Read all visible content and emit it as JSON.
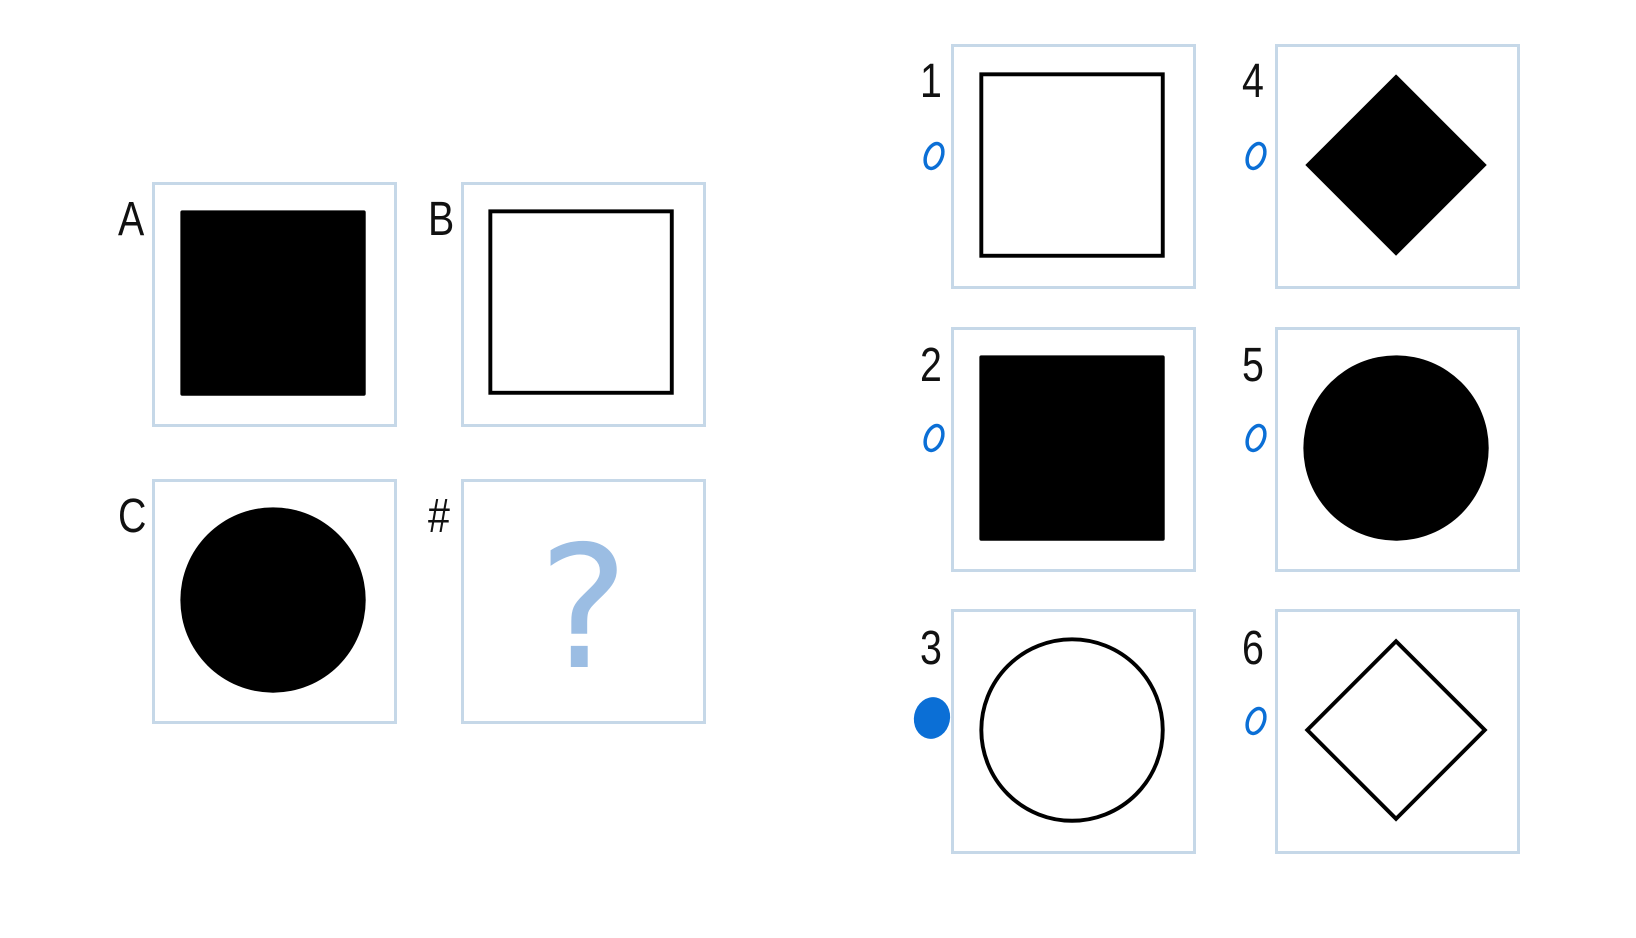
{
  "question": {
    "cells": [
      {
        "label": "A",
        "shape": "square-filled-icon"
      },
      {
        "label": "B",
        "shape": "square-outline-icon"
      },
      {
        "label": "C",
        "shape": "circle-filled-icon"
      },
      {
        "label": "#",
        "shape": "question-mark",
        "text": "?"
      }
    ]
  },
  "answers": [
    {
      "label": "1",
      "shape": "square-outline-icon",
      "selected": false
    },
    {
      "label": "2",
      "shape": "square-filled-icon",
      "selected": false
    },
    {
      "label": "3",
      "shape": "circle-outline-icon",
      "selected": true
    },
    {
      "label": "4",
      "shape": "diamond-filled-icon",
      "selected": false
    },
    {
      "label": "5",
      "shape": "circle-filled-icon",
      "selected": false
    },
    {
      "label": "6",
      "shape": "diamond-outline-icon",
      "selected": false
    }
  ],
  "colors": {
    "frame": "#c6d8e8",
    "radio": "#0b6fd6",
    "question_mark": "#9bbde3",
    "shape": "#000000"
  }
}
